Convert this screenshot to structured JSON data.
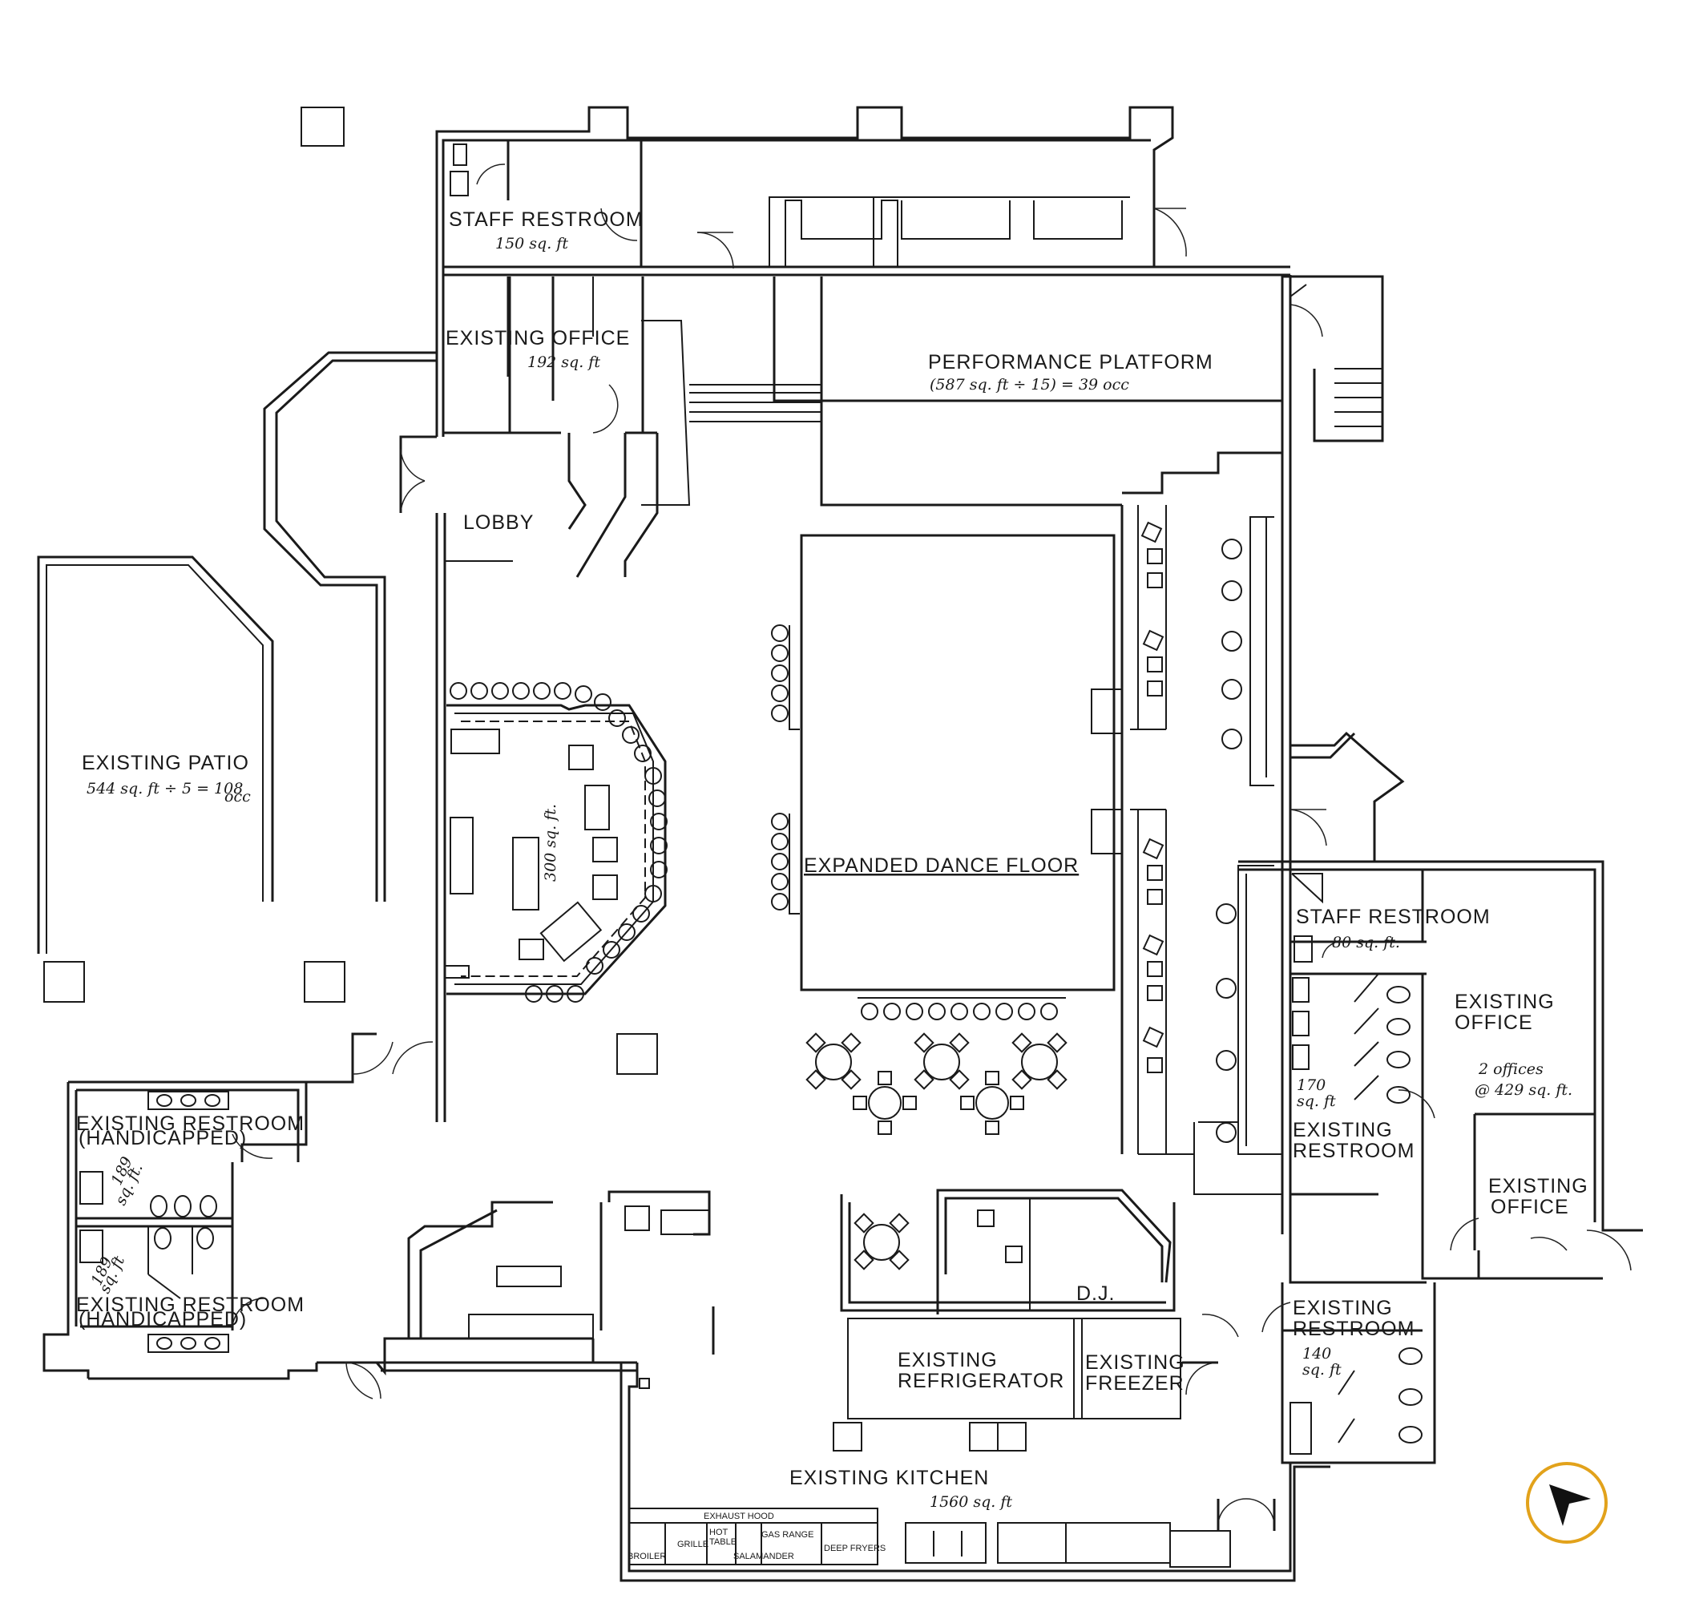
{
  "plan": {
    "rooms": {
      "staff_restroom_top": {
        "name": "STAFF RESTROOM",
        "area": "150 sq. ft"
      },
      "existing_office_top": {
        "name": "EXISTING OFFICE",
        "area": "192 sq. ft"
      },
      "performance_platform": {
        "name": "PERFORMANCE PLATFORM",
        "calc": "(587 sq. ft ÷ 15) = 39 occ"
      },
      "lobby": {
        "name": "LOBBY"
      },
      "existing_patio": {
        "name": "EXISTING PATIO",
        "calc": "544 sq. ft ÷ 5 = 108",
        "occ": "occ"
      },
      "bar": {
        "area": "300 sq. ft."
      },
      "dance_floor": {
        "name": "EXPANDED DANCE FLOOR"
      },
      "staff_restroom_right": {
        "name": "STAFF RESTROOM",
        "area": "80 sq. ft."
      },
      "existing_office_right": {
        "line1": "EXISTING",
        "line2": "OFFICE",
        "note1": "2 offices",
        "note2": "@ 429 sq. ft."
      },
      "restroom_right_mid": {
        "line1": "EXISTING",
        "line2": "RESTROOM",
        "area1": "170",
        "area2": "sq. ft"
      },
      "existing_office_lower": {
        "line1": "EXISTING",
        "line2": "OFFICE"
      },
      "restroom_hc_top": {
        "line1": "EXISTING RESTROOM",
        "line2": "(HANDICAPPED)",
        "area1": "189",
        "area2": "sq. ft."
      },
      "restroom_hc_bottom": {
        "line1": "EXISTING RESTROOM",
        "line2": "(HANDICAPPED)",
        "area1": "189",
        "area2": "sq. ft"
      },
      "dj": {
        "name": "D.J."
      },
      "refrigerator": {
        "line1": "EXISTING",
        "line2": "REFRIGERATOR"
      },
      "freezer": {
        "line1": "EXISTING",
        "line2": "FREEZER"
      },
      "restroom_right_low": {
        "line1": "EXISTING",
        "line2": "RESTROOM",
        "area1": "140",
        "area2": "sq. ft"
      },
      "kitchen": {
        "name": "EXISTING KITCHEN",
        "area": "1560 sq. ft"
      }
    },
    "equipment": {
      "exhaust_hood": "EXHAUST HOOD",
      "broiler": "BROILER",
      "grille": "GRILLE",
      "hot_table_1": "HOT",
      "hot_table_2": "TABLE",
      "salamander": "SALAMANDER",
      "gas_range": "GAS RANGE",
      "deep_fryers": "DEEP FRYERS"
    },
    "compass": {
      "icon": "north-arrow-icon",
      "ring_color": "#E2A21B",
      "arrow_color": "#111111"
    }
  }
}
